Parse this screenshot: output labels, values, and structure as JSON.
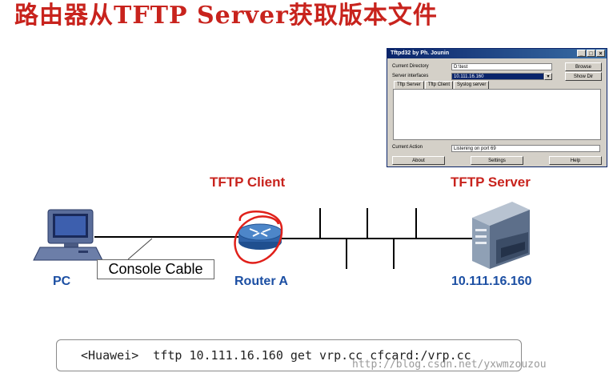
{
  "title": "路由器从TFTP Server获取版本文件",
  "tftp_window": {
    "title": "Tftpd32 by Ph. Jounin",
    "current_directory_label": "Current Directory",
    "current_directory_value": "D:\\test",
    "server_interfaces_label": "Server interfaces",
    "server_interfaces_value": "10.111.16.160",
    "browse_label": "Browse",
    "show_dir_label": "Show Dir",
    "tabs": [
      "Tftp Server",
      "Tftp Client",
      "Syslog server"
    ],
    "current_action_label": "Current Action",
    "current_action_value": "Listening on port 69",
    "about_label": "About",
    "settings_label": "Settings",
    "help_label": "Help"
  },
  "labels": {
    "tftp_client": "TFTP Client",
    "tftp_server": "TFTP Server",
    "pc": "PC",
    "router": "Router A",
    "server_ip": "10.111.16.160",
    "console_cable": "Console Cable"
  },
  "command": "<Huawei>  tftp 10.111.16.160 get vrp.cc cfcard:/vrp.cc",
  "watermark": "http://blog.csdn.net/yxwmzouzou",
  "colors": {
    "title": "#c8231d",
    "accent_blue": "#1c4fa3"
  }
}
